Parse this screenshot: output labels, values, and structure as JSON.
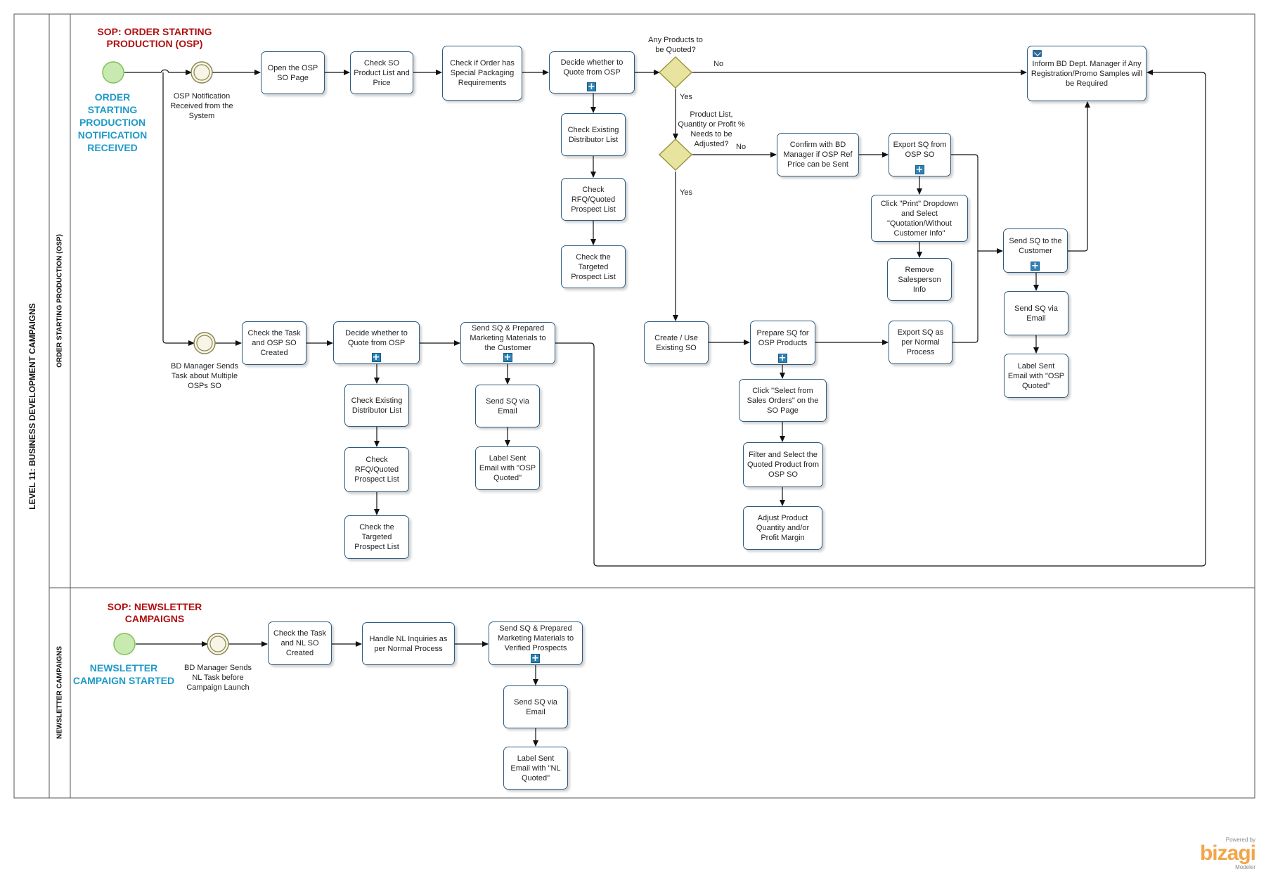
{
  "pool": {
    "title": "LEVEL 11: BUSINESS DEVELOPMENT CAMPAIGNS"
  },
  "lanes": [
    {
      "id": "osp",
      "title": "ORDER STARTING PRODUCTION (OSP)"
    },
    {
      "id": "nl",
      "title": "NEWSLETTER CAMPAIGNS"
    }
  ],
  "titles": {
    "osp_sop": "SOP: ORDER STARTING PRODUCTION (OSP)",
    "nl_sop": "SOP: NEWSLETTER CAMPAIGNS"
  },
  "start_events": {
    "osp": "ORDER STARTING PRODUCTION NOTIFICATION RECEIVED",
    "nl": "NEWSLETTER CAMPAIGN STARTED"
  },
  "intermediate_events": {
    "osp_notification": "OSP Notification Received from the System",
    "bd_multi": "BD Manager Sends Task about Multiple OSPs SO",
    "bd_nl": "BD Manager Sends NL Task before Campaign Launch"
  },
  "tasks": {
    "open_osp": "Open the OSP SO Page",
    "check_so_product": "Check SO Product List and Price",
    "check_packaging": "Check if Order has Special Packaging Requirements",
    "decide_quote_1": "Decide whether to Quote from OSP",
    "check_distributor_1": "Check Existing Distributor List",
    "check_rfq_1": "Check RFQ/Quoted Prospect List",
    "check_targeted_1": "Check the Targeted Prospect List",
    "inform_bd": "Inform BD Dept. Manager if Any Registration/Promo Samples will be Required",
    "confirm_bd": "Confirm with BD Manager if OSP Ref Price can be Sent",
    "export_sq_osp": "Export SQ from OSP SO",
    "click_print": "Click \"Print\" Dropdown and Select \"Quotation/Without Customer Info\"",
    "remove_salesperson": "Remove Salesperson Info",
    "send_sq_customer": "Send SQ to the Customer",
    "send_sq_email_1": "Send SQ via Email",
    "label_sent_1": "Label Sent Email with \"OSP Quoted\"",
    "create_use_so": "Create / Use Existing SO",
    "prepare_sq": "Prepare SQ for OSP Products",
    "export_sq_normal": "Export SQ as per Normal Process",
    "click_select": "Click \"Select from Sales Orders\" on the SO Page",
    "filter_select": "Filter and Select the Quoted Product from OSP SO",
    "adjust_product": "Adjust Product Quantity and/or Profit Margin",
    "check_task_osp": "Check the Task and OSP SO Created",
    "decide_quote_2": "Decide whether to Quote from OSP",
    "check_distributor_2": "Check Existing Distributor List",
    "check_rfq_2": "Check RFQ/Quoted Prospect List",
    "check_targeted_2": "Check the Targeted Prospect List",
    "send_sq_marketing_1": "Send SQ & Prepared Marketing Materials to the Customer",
    "send_sq_email_2": "Send SQ via Email",
    "label_sent_2": "Label Sent Email with \"OSP Quoted\"",
    "check_task_nl": "Check the Task and NL SO Created",
    "handle_nl": "Handle NL Inquiries as per Normal Process",
    "send_sq_marketing_2": "Send SQ & Prepared Marketing Materials to Verified Prospects",
    "send_sq_email_3": "Send SQ via Email",
    "label_sent_3": "Label Sent Email with \"NL Quoted\""
  },
  "gateways": {
    "any_products": "Any Products to be Quoted?",
    "product_list": "Product List, Quantity or Profit % Needs to be Adjusted?"
  },
  "edge_labels": {
    "no_1": "No",
    "yes_1": "Yes",
    "no_2": "No",
    "yes_2": "Yes"
  },
  "icons": {
    "subprocess": "subprocess-plus-icon",
    "message": "envelope-icon"
  },
  "colors": {
    "task_border": "#2d5b80",
    "gateway": "#e8e4a0",
    "start_event": "#c8eab0",
    "title": "#b01010",
    "event_label": "#1e9ac8"
  },
  "branding": {
    "pre": "Powered by",
    "name": "bizagi",
    "post": "Modeler"
  }
}
